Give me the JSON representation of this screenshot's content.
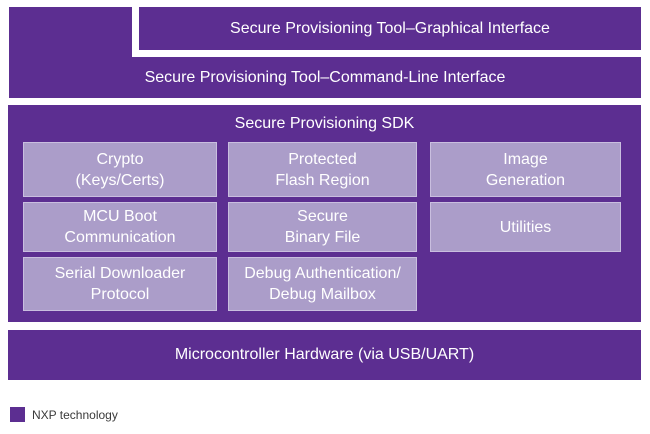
{
  "colors": {
    "dark_purple": "#5C2E91",
    "light_purple": "#AB9DC9",
    "light_purple_border": "#C9BEDF",
    "text_on_purple": "#ffffff",
    "legend_text": "#3A3A3A"
  },
  "bars": {
    "gui": "Secure Provisioning Tool–Graphical Interface",
    "cli": "Secure Provisioning Tool–Command-Line Interface",
    "hardware": "Microcontroller Hardware (via USB/UART)"
  },
  "sdk": {
    "title": "Secure Provisioning SDK",
    "modules": [
      {
        "id": "crypto",
        "label": "Crypto\n(Keys/Certs)"
      },
      {
        "id": "protected-flash-region",
        "label": "Protected\nFlash Region"
      },
      {
        "id": "image-generation",
        "label": "Image\nGeneration"
      },
      {
        "id": "mcu-boot-communication",
        "label": "MCU Boot\nCommunication"
      },
      {
        "id": "secure-binary-file",
        "label": "Secure\nBinary File"
      },
      {
        "id": "utilities",
        "label": "Utilities"
      },
      {
        "id": "serial-downloader-protocol",
        "label": "Serial Downloader\nProtocol"
      },
      {
        "id": "debug-authentication",
        "label": "Debug Authentication/\nDebug Mailbox"
      }
    ]
  },
  "legend": {
    "label": "NXP technology"
  }
}
